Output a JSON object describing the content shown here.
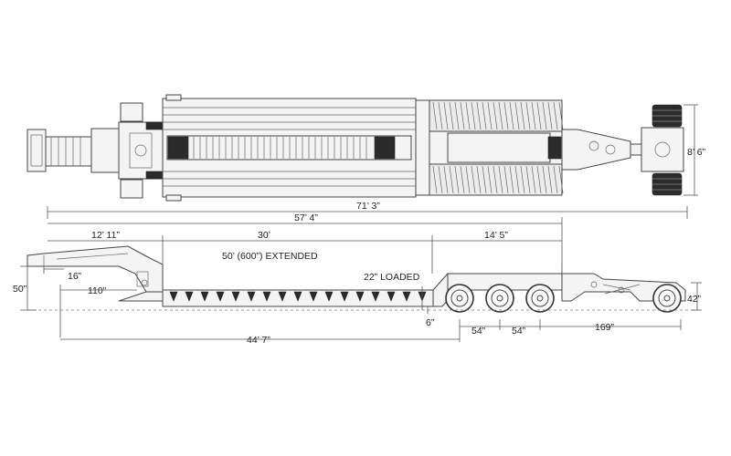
{
  "dimensions": {
    "overall_length": "71’ 3”",
    "length_57": "57’ 4”",
    "gooseneck": "12’ 11”",
    "deck_30": "30’",
    "extended": "50’ (600”) EXTENDED",
    "rear_section": "14’ 5”",
    "width": "8’ 6”",
    "height_50": "50”",
    "dim_16": "16”",
    "dim_110": "110”",
    "loaded_22": "22” LOADED",
    "dim_6": "6”",
    "axle_54a": "54”",
    "axle_54b": "54”",
    "dim_169": "169”",
    "height_42": "42”",
    "deck_44": "44’ 7”"
  }
}
